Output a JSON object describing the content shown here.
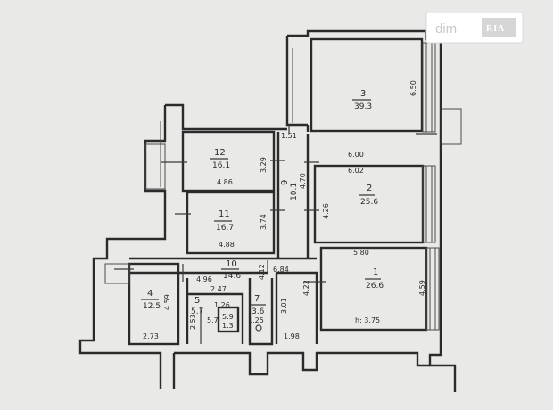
{
  "watermark": {
    "dim": "dim",
    "ria": "RIA"
  },
  "rooms": [
    {
      "id": "r1",
      "number": "1",
      "area": "26.6"
    },
    {
      "id": "r2",
      "number": "2",
      "area": "25.6"
    },
    {
      "id": "r3",
      "number": "3",
      "area": "39.3"
    },
    {
      "id": "r4",
      "number": "4",
      "area": "12.5"
    },
    {
      "id": "r5",
      "number": "5",
      "area": "5.7"
    },
    {
      "id": "r7",
      "number": "7",
      "area": "3.6"
    },
    {
      "id": "r9",
      "number": "9",
      "area": "10.1"
    },
    {
      "id": "r10",
      "number": "10",
      "area": "14.6"
    },
    {
      "id": "r11",
      "number": "11",
      "area": "16.7"
    },
    {
      "id": "r12",
      "number": "12",
      "area": "16.1"
    }
  ],
  "dimensions": {
    "d_650": "6.50",
    "d_600": "6.00",
    "d_602": "6.02",
    "d_580": "5.80",
    "d_459a": "4.59",
    "d_459b": "4.59",
    "h_375": "h: 3.75",
    "d_470": "4.70",
    "d_426": "4.26",
    "d_151": "1.51",
    "d_329": "3.29",
    "d_486": "4.86",
    "d_374": "3.74",
    "d_488": "4.88",
    "d_684": "6.84",
    "d_412": "4.12",
    "d_496": "4.96",
    "d_247": "2.47",
    "d_301": "3.01",
    "d_422": "4.22",
    "d_198": "1.98",
    "d_273": "2.73",
    "d_126": "1.26",
    "d_125": "1.25",
    "d_253": "2.53",
    "d_57": "5.7",
    "d_59": "5.9",
    "d_13": "1.3"
  }
}
